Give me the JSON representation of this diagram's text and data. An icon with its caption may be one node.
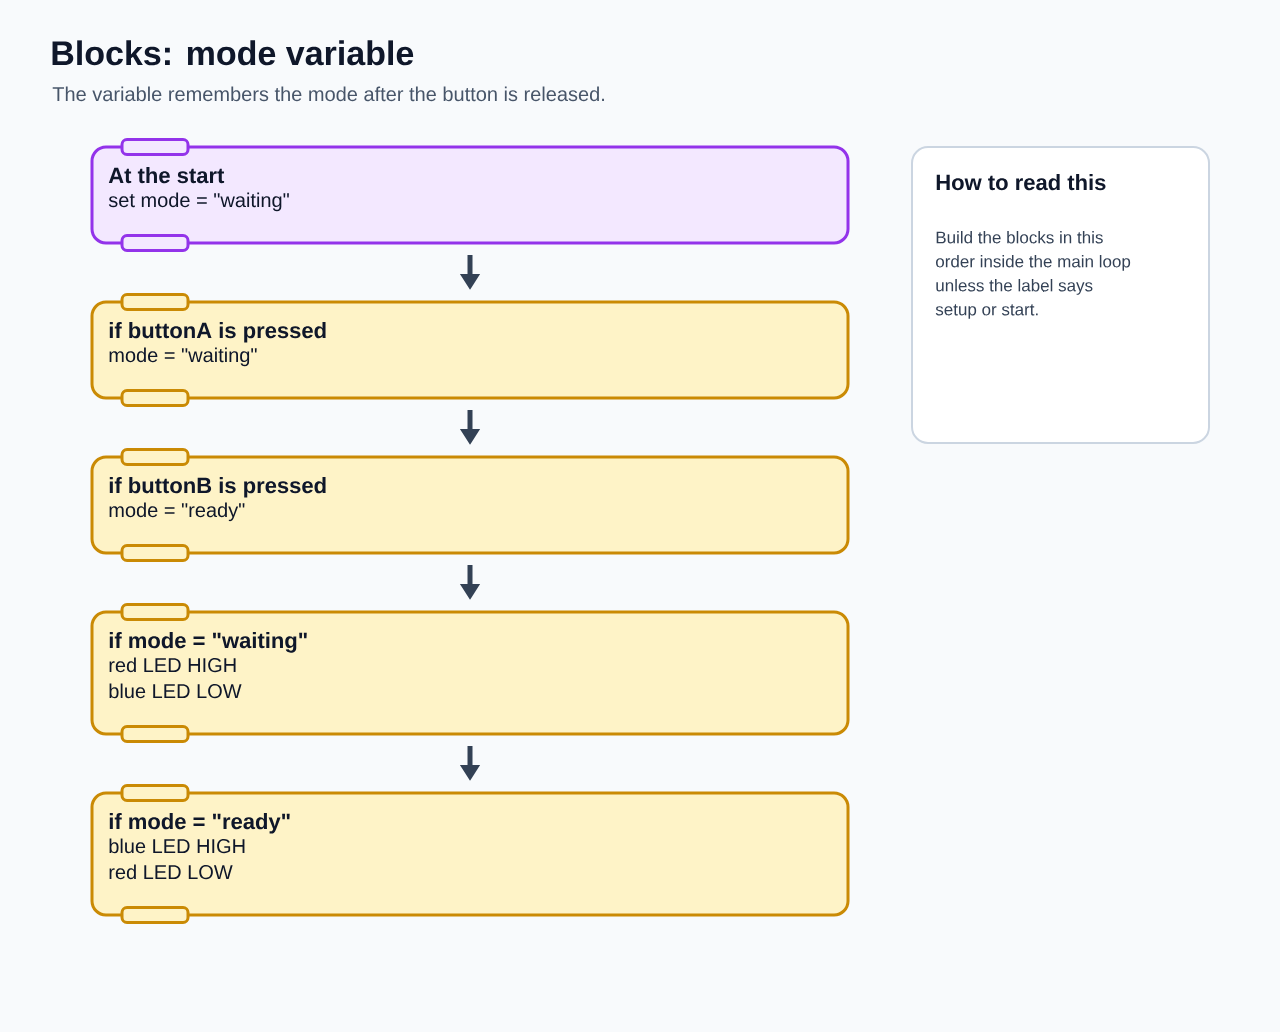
{
  "diagram": {
    "title": "Blocks: mode variable",
    "caption": "The variable remembers the mode after the button is released.",
    "nodes": [
      {
        "text": [
          "At the start",
          "set mode = \"waiting\""
        ]
      },
      {
        "text": [
          "if buttonA is pressed",
          "mode = \"waiting\""
        ]
      },
      {
        "text": [
          "if buttonB is pressed",
          "mode = \"ready\""
        ]
      },
      {
        "text": [
          "if mode = \"waiting\"",
          "red LED HIGH",
          "blue LED LOW"
        ]
      },
      {
        "text": [
          "if mode = \"ready\"",
          "blue LED HIGH",
          "red LED LOW"
        ]
      },
      {
        "text": [
          "How to read this",
          "Build the blocks in this order inside the main loop unless the label says setup or start."
        ]
      }
    ],
    "edges": [
      {
        "from": 0,
        "to": 1,
        "arrow": "to"
      },
      {
        "from": 1,
        "to": 2,
        "arrow": "to"
      },
      {
        "from": 2,
        "to": 3,
        "arrow": "to"
      },
      {
        "from": 3,
        "to": 4,
        "arrow": "to"
      }
    ]
  }
}
